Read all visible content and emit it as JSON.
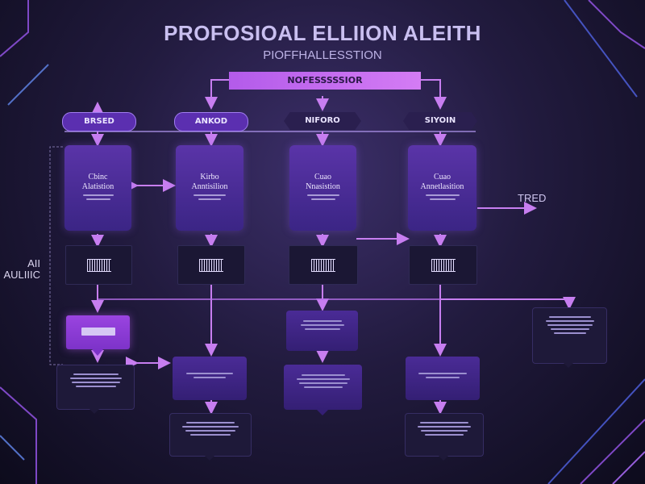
{
  "header": {
    "title": "PROFOSIOAL ELLIION ALEITH",
    "subtitle": "PIOFFHALLESSTION"
  },
  "banner": {
    "label": "NOFESSSSSIOR"
  },
  "pills": [
    {
      "label": "BRSED"
    },
    {
      "label": "ANKOD"
    },
    {
      "label": "NIFORO"
    },
    {
      "label": "SIYOIN"
    }
  ],
  "cards": [
    {
      "line1": "Cbinc",
      "line2": "Alatistion"
    },
    {
      "line1": "Kirbo",
      "line2": "Anntisilion"
    },
    {
      "line1": "Cuao",
      "line2": "Nnasistion"
    },
    {
      "line1": "Cuao",
      "line2": "Annetlasition"
    }
  ],
  "side_label": {
    "line1": "AII",
    "line2": "AULIIIC"
  },
  "right_label": {
    "text": "TRED"
  },
  "colors": {
    "accent": "#c77ef0",
    "card": "#4a2d97",
    "background": "#1a1533"
  }
}
